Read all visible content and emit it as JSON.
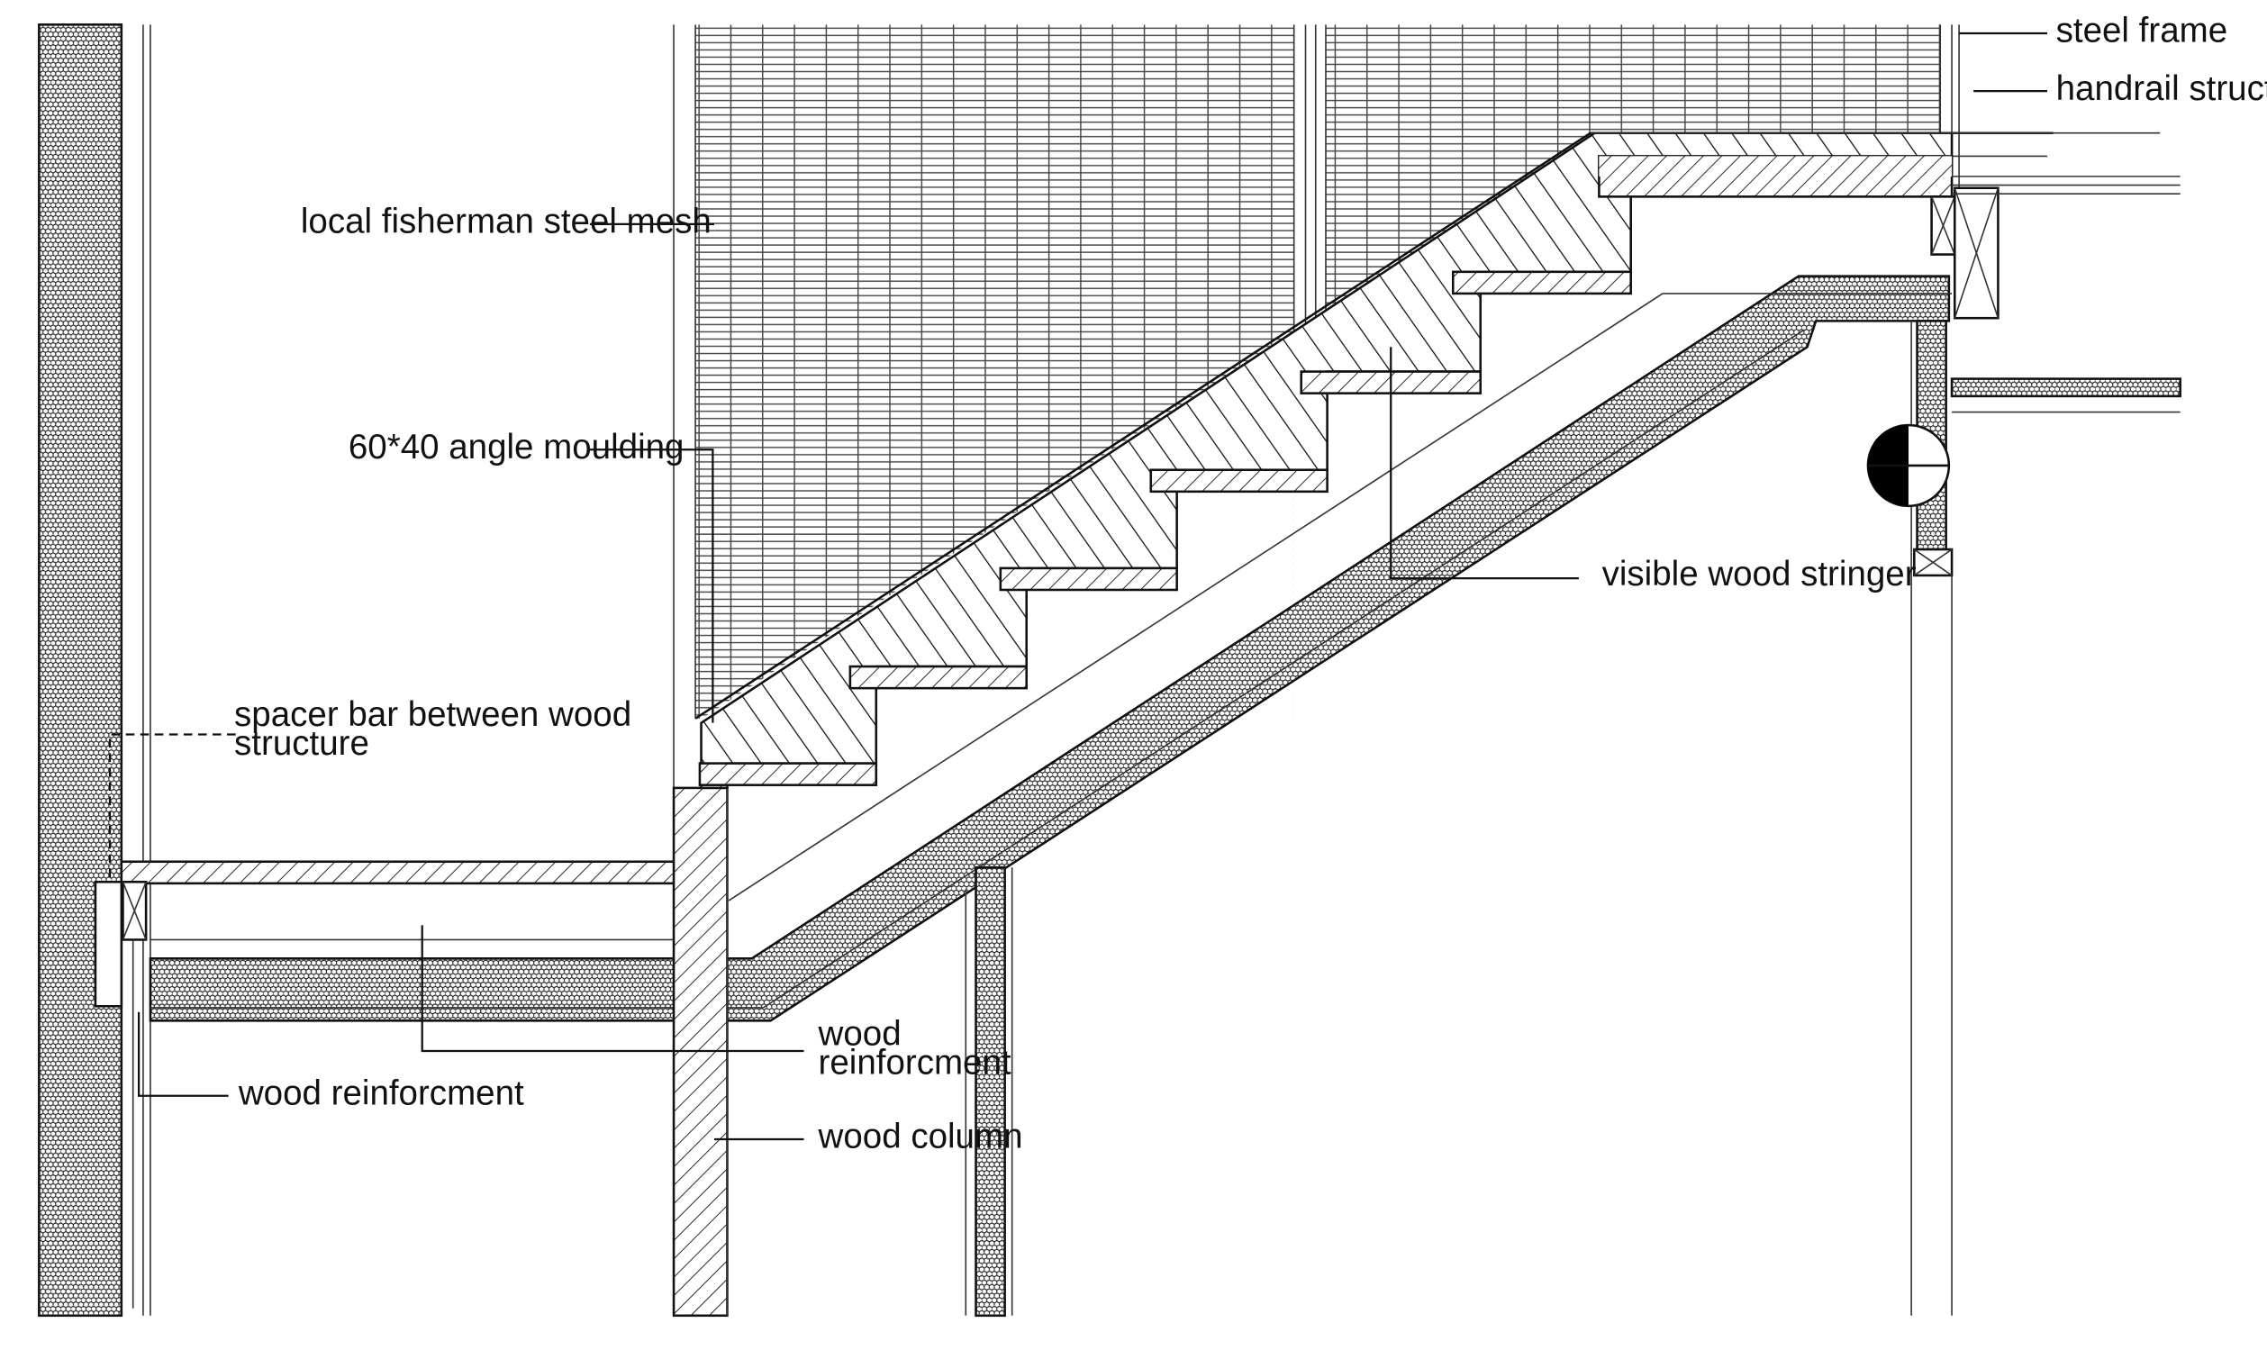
{
  "drawing": {
    "labels": {
      "steel_frame": "steel frame",
      "handrail_structure": "handrail structure",
      "fisherman_mesh": "local fisherman steel mesh",
      "angle_moulding": "60*40 angle moulding",
      "visible_stringer": "visible wood stringer",
      "spacer_bar_line1": "spacer bar between wood",
      "spacer_bar_line2": "structure",
      "wood_reinforcement_left": "wood reinforcment",
      "wood_reinforcement_center_line1": "wood",
      "wood_reinforcement_center_line2": "reinforcment",
      "wood_column": "wood column"
    }
  }
}
